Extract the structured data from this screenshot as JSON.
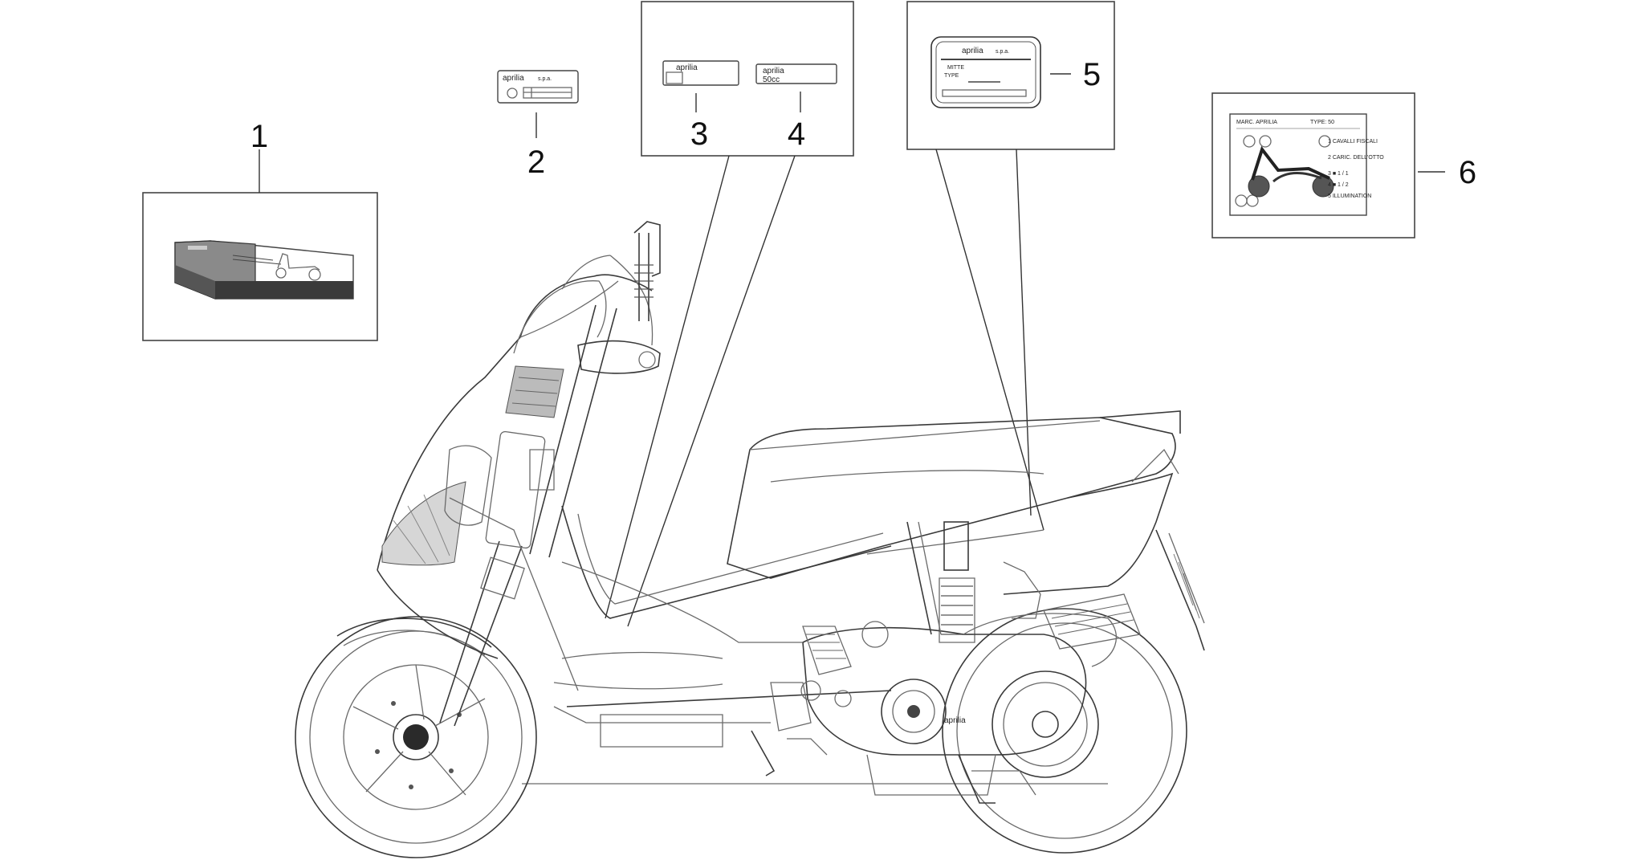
{
  "callouts": [
    "1",
    "2",
    "3",
    "4",
    "5",
    "6"
  ],
  "labels": {
    "label2_brand": "aprilia",
    "label2_suffix": "s.p.a.",
    "label3_brand": "aprilia",
    "label4_brand": "aprilia",
    "label4_value": "50cc",
    "label5_brand": "aprilia",
    "label5_suffix": "s.p.a.",
    "label5_line1": "MITTE",
    "label5_line2": "TYPE",
    "label6_head1": "MARC. APRILIA",
    "label6_head2": "TYPE: 50",
    "label6_items": [
      "1  CAVALLI FISCALI",
      "2  CARIC. DELL'OTTO",
      "3  ■ 1 / 1",
      "4  ■ 1 / 2",
      "5  ILLUMINATION"
    ],
    "engine_brand": "aprilia"
  }
}
